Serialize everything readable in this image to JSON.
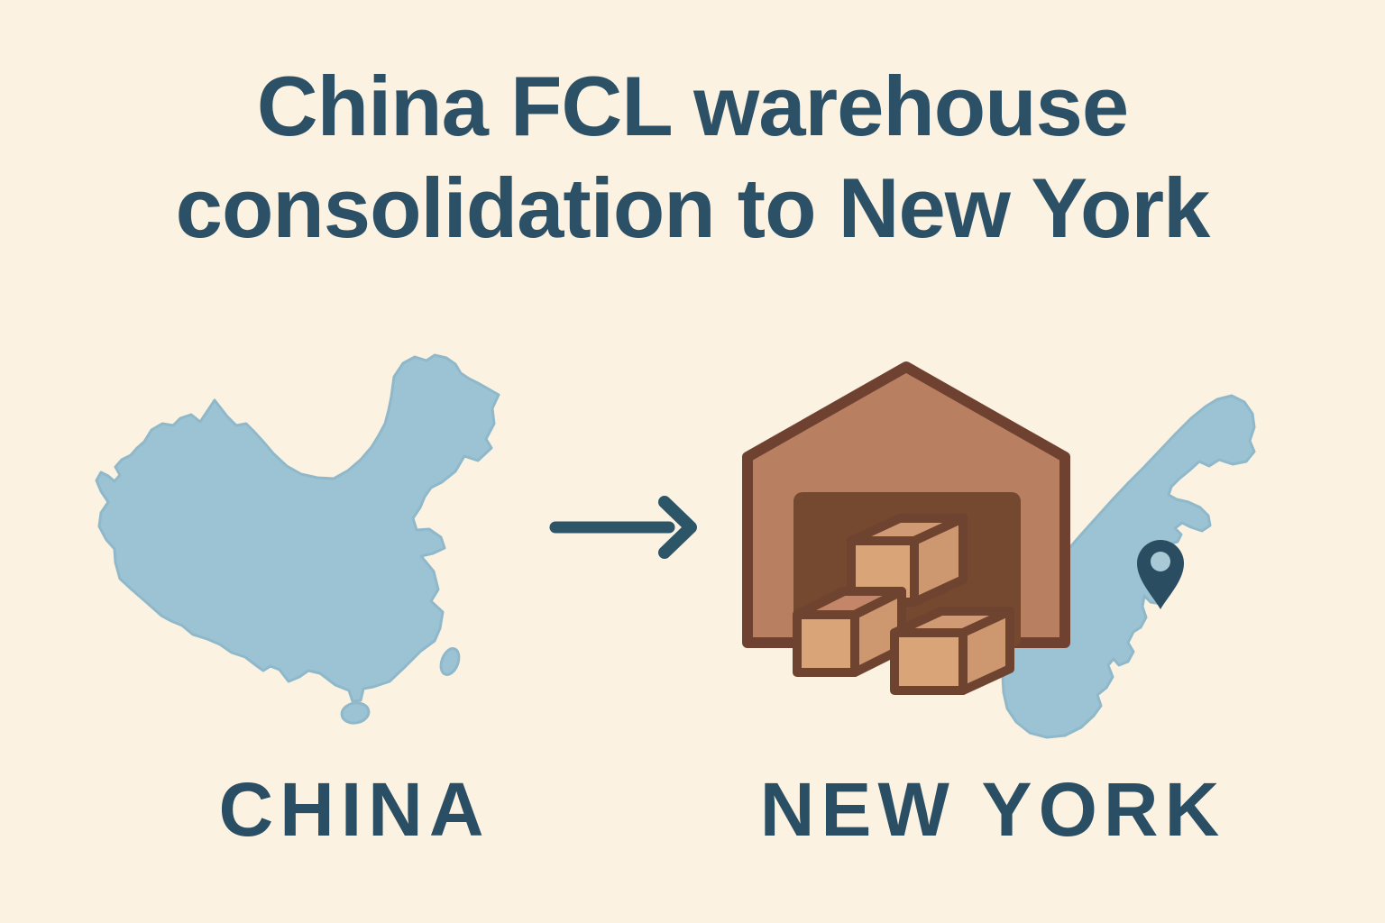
{
  "page": {
    "title_line1": "China FCL warehouse",
    "title_line2": "consolidation to New York"
  },
  "origin": {
    "label": "CHINA",
    "map_icon": "china-map-icon"
  },
  "destination": {
    "label": "NEW YORK",
    "map_icon": "us-east-coast-map-icon",
    "pin_icon": "location-pin-icon"
  },
  "shipment": {
    "arrow_icon": "arrow-right-icon",
    "warehouse_icon": "warehouse-with-boxes-icon",
    "boxes_count": 3
  },
  "colors": {
    "background": "#fbf2e1",
    "title_text": "#2c5166",
    "label_text": "#2a4f64",
    "map_fill": "#9cc3d3",
    "map_edge": "#8fb9cb",
    "arrow": "#2d5568",
    "pin": "#2b4d62",
    "pin_hole": "#a9c9d6",
    "wall_fill": "#b97f61",
    "wall_outline": "#6f4130",
    "door_fill": "#74492f",
    "box_front": "#d9a478",
    "box_side": "#cd9770",
    "box_top": "#d09a74",
    "box_top_accent": "#c48668",
    "box_outline": "#6e4430"
  }
}
